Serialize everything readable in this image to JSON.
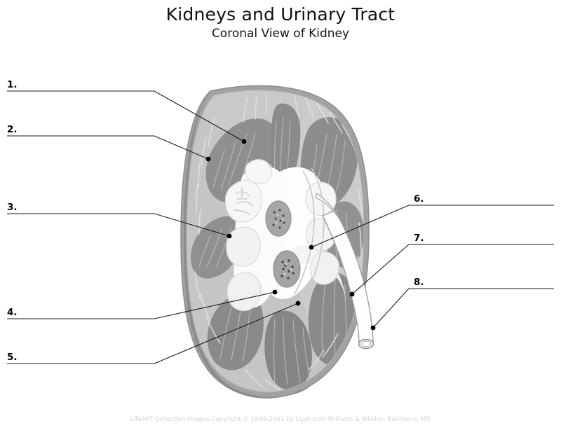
{
  "header": {
    "title": "Kidneys and Urinary Tract",
    "subtitle": "Coronal View of Kidney"
  },
  "figure": {
    "type": "anatomical-illustration",
    "subject": "kidney-coronal-section",
    "colors": {
      "capsule_outer": "#9a9a9a",
      "capsule_shadow": "#8c8c8c",
      "cortex": "#c4c4c4",
      "cortex_light": "#cfcfcf",
      "medulla_pyramid": "#8f8f8f",
      "pyramid_dark": "#848484",
      "pelvis_white": "#fcfcfc",
      "calyx": "#f2f2f2",
      "vessel_fill": "#a8a8a8",
      "outline": "#9d9d9d",
      "leader_line": "#1a1a1a",
      "label_text": "#000000",
      "footer_text": "#d2d2d2",
      "background": "#ffffff"
    }
  },
  "labels": {
    "left": [
      {
        "id": "1",
        "text": "1.",
        "answer": ""
      },
      {
        "id": "2",
        "text": "2.",
        "answer": ""
      },
      {
        "id": "3",
        "text": "3.",
        "answer": ""
      },
      {
        "id": "4",
        "text": "4.",
        "answer": ""
      },
      {
        "id": "5",
        "text": "5.",
        "answer": ""
      }
    ],
    "right": [
      {
        "id": "6",
        "text": "6.",
        "answer": ""
      },
      {
        "id": "7",
        "text": "7.",
        "answer": ""
      },
      {
        "id": "8",
        "text": "8.",
        "answer": ""
      }
    ]
  },
  "footer": {
    "copyright": "LifeART Collection Images Copyright © 1989-2001 by Lippincott Williams & Wilkins, Baltimore, MD"
  }
}
